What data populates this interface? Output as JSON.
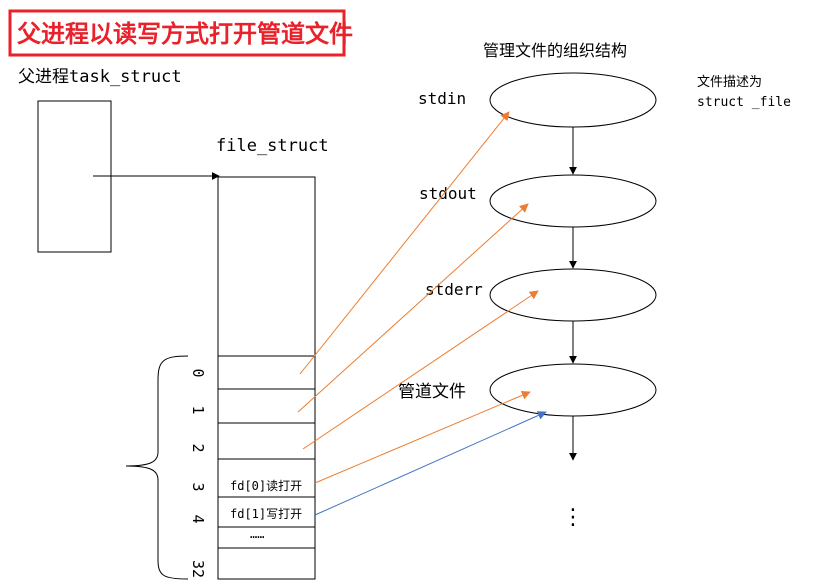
{
  "title": "父进程以读写方式打开管道文件",
  "parent_label": "父进程task_struct",
  "file_struct_label": "file_struct",
  "org_title": "管理文件的组织结构",
  "side_note": {
    "line1": "文件描述为",
    "line2": "struct _file"
  },
  "nodes": [
    {
      "label": "stdin"
    },
    {
      "label": "stdout"
    },
    {
      "label": "stderr"
    },
    {
      "label": "管道文件"
    }
  ],
  "more_nodes": "⋮",
  "fd_indices": [
    "0",
    "1",
    "2",
    "3",
    "4",
    "32"
  ],
  "fd_cells": {
    "cell3": "fd[0]读打开",
    "cell4": "fd[1]写打开",
    "dots": "……"
  },
  "colors": {
    "title": "#e8212a",
    "arrow_orange": "#ed7d31",
    "arrow_blue": "#4472c4"
  }
}
